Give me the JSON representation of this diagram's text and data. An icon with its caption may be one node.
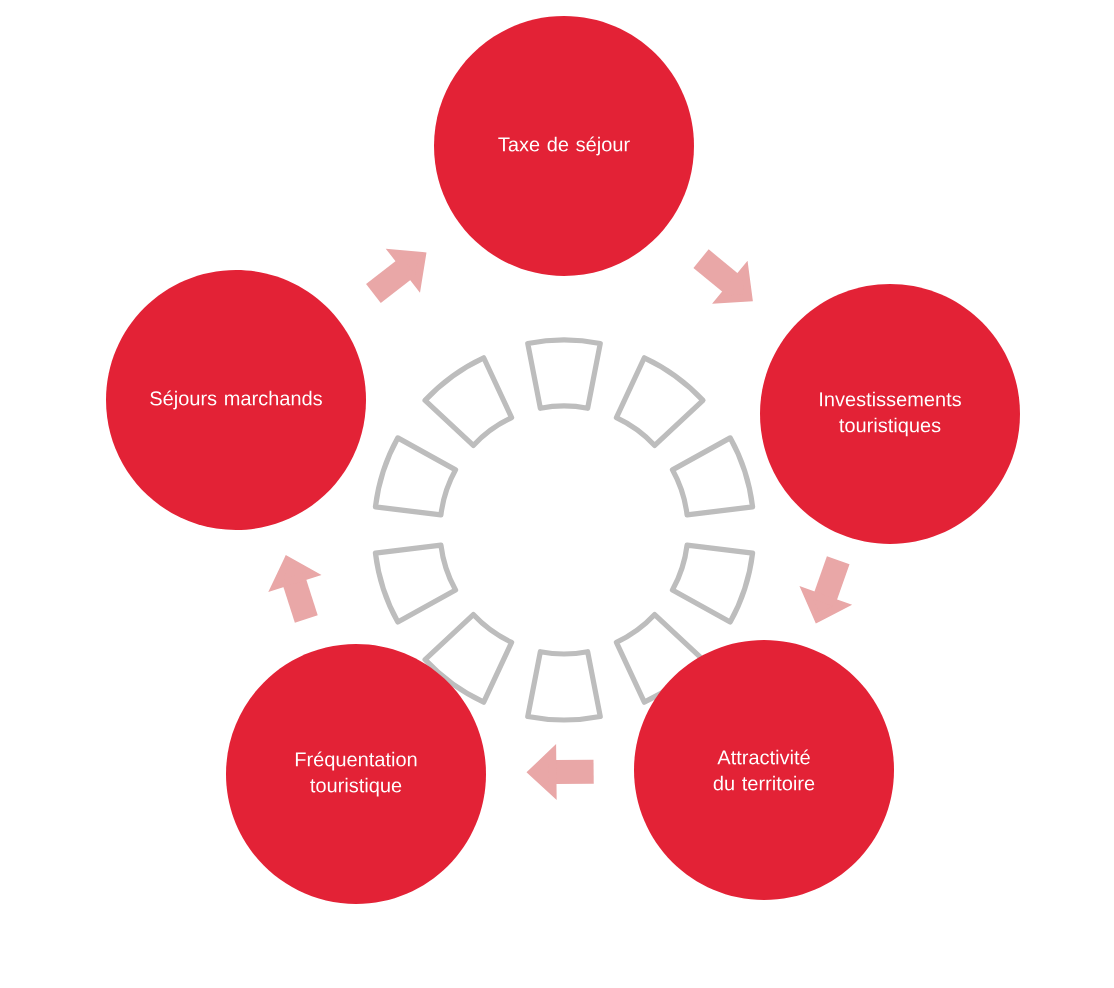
{
  "diagram": {
    "nodes": [
      {
        "text": [
          "Taxe de séjour"
        ]
      },
      {
        "text": [
          "Investissements touristiques"
        ]
      },
      {
        "text": [
          "Attractivité du territoire"
        ]
      },
      {
        "text": [
          "Fréquentation touristique"
        ]
      },
      {
        "text": [
          "Séjours marchands"
        ]
      }
    ],
    "edges": [
      {
        "from": 0,
        "to": 1,
        "arrow": "to"
      },
      {
        "from": 1,
        "to": 2,
        "arrow": "to"
      },
      {
        "from": 2,
        "to": 3,
        "arrow": "to"
      },
      {
        "from": 3,
        "to": 4,
        "arrow": "to"
      },
      {
        "from": 4,
        "to": 0,
        "arrow": "to"
      }
    ]
  }
}
